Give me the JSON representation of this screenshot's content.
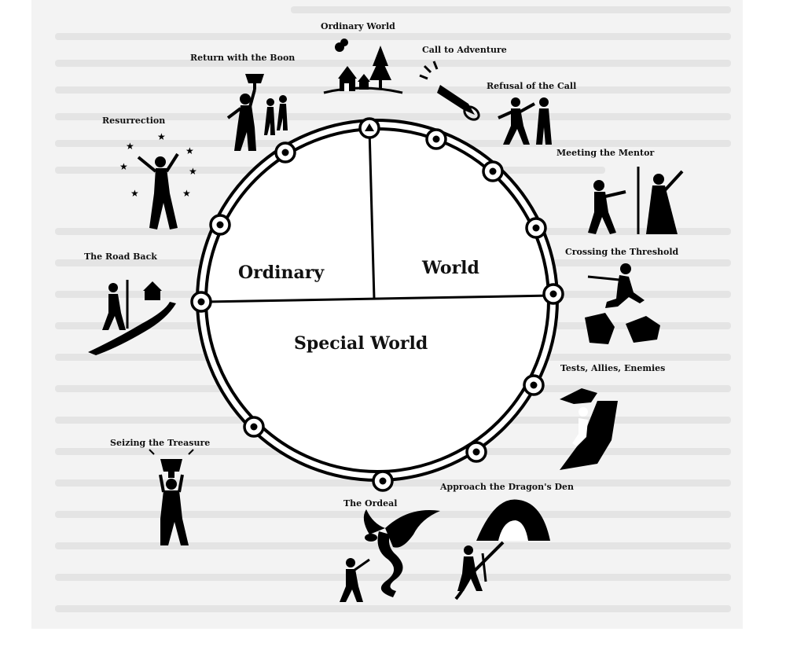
{
  "diagram": {
    "regions": {
      "ordinary": "Ordinary",
      "world": "World",
      "special": "Special World"
    },
    "stages": [
      {
        "id": "ordinary-world",
        "label": "Ordinary World",
        "icon": "village-icon"
      },
      {
        "id": "call-to-adventure",
        "label": "Call to Adventure",
        "icon": "trumpet-icon"
      },
      {
        "id": "refusal-of-the-call",
        "label": "Refusal of the Call",
        "icon": "refusing-figures-icon"
      },
      {
        "id": "meeting-the-mentor",
        "label": "Meeting the Mentor",
        "icon": "mentor-wizard-icon"
      },
      {
        "id": "crossing-the-threshold",
        "label": "Crossing the Threshold",
        "icon": "leaping-figure-icon"
      },
      {
        "id": "tests-allies-enemies",
        "label": "Tests, Allies, Enemies",
        "icon": "climber-icon"
      },
      {
        "id": "approach-the-dragons-den",
        "label": "Approach the Dragon's Den",
        "icon": "cave-icon"
      },
      {
        "id": "the-ordeal",
        "label": "The Ordeal",
        "icon": "dragon-icon"
      },
      {
        "id": "seizing-the-treasure",
        "label": "Seizing the Treasure",
        "icon": "trophy-raised-icon"
      },
      {
        "id": "the-road-back",
        "label": "The Road Back",
        "icon": "path-home-icon"
      },
      {
        "id": "resurrection",
        "label": "Resurrection",
        "icon": "starburst-figure-icon"
      },
      {
        "id": "return-with-the-boon",
        "label": "Return with the Boon",
        "icon": "cup-celebration-icon"
      }
    ]
  }
}
